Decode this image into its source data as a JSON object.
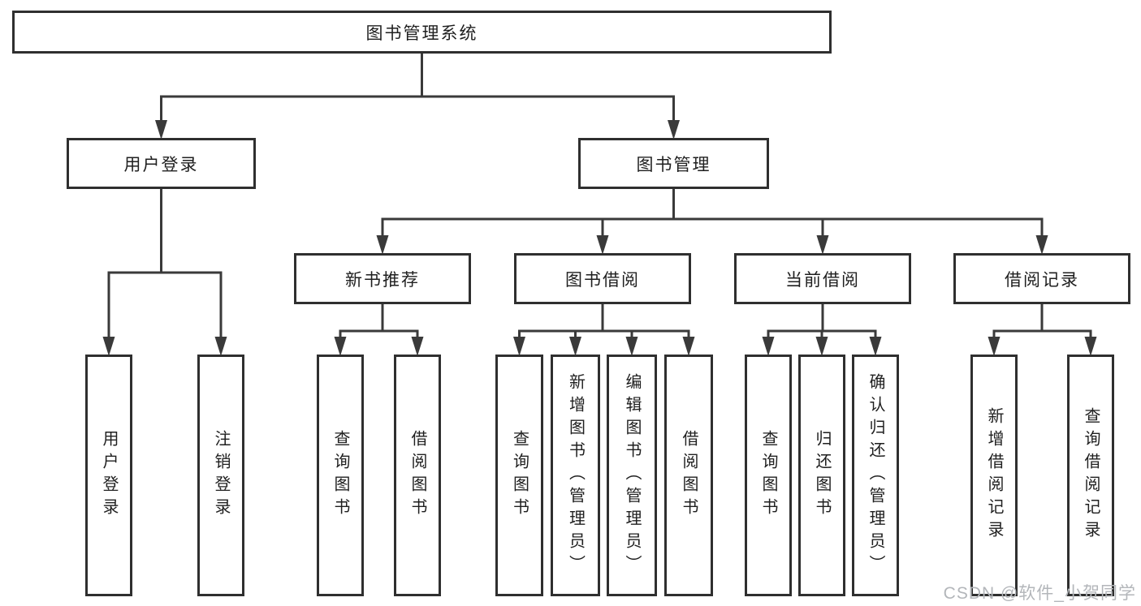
{
  "diagram": {
    "root": {
      "label": "图书管理系统"
    },
    "branches": [
      {
        "id": "user-login",
        "label": "用户登录",
        "children": [
          {
            "label": "用户登录"
          },
          {
            "label": "注销登录"
          }
        ]
      },
      {
        "id": "book-management",
        "label": "图书管理",
        "children": [
          {
            "label": "新书推荐",
            "children": [
              {
                "label": "查询图书"
              },
              {
                "label": "借阅图书"
              }
            ]
          },
          {
            "label": "图书借阅",
            "children": [
              {
                "label": "查询图书"
              },
              {
                "label": "新增图书（管理员）"
              },
              {
                "label": "编辑图书（管理员）"
              },
              {
                "label": "借阅图书"
              }
            ]
          },
          {
            "label": "当前借阅",
            "children": [
              {
                "label": "查询图书"
              },
              {
                "label": "归还图书"
              },
              {
                "label": "确认归还（管理员）"
              }
            ]
          },
          {
            "label": "借阅记录",
            "children": [
              {
                "label": "新增借阅记录"
              },
              {
                "label": "查询借阅记录"
              }
            ]
          }
        ]
      }
    ]
  },
  "watermark": "CSDN @软件_小贺同学",
  "colors": {
    "line": "#3a3a3a",
    "box_border": "#2f2f2f",
    "text": "#1f1f1f",
    "watermark": "#b3b6ba",
    "background": "#ffffff"
  }
}
